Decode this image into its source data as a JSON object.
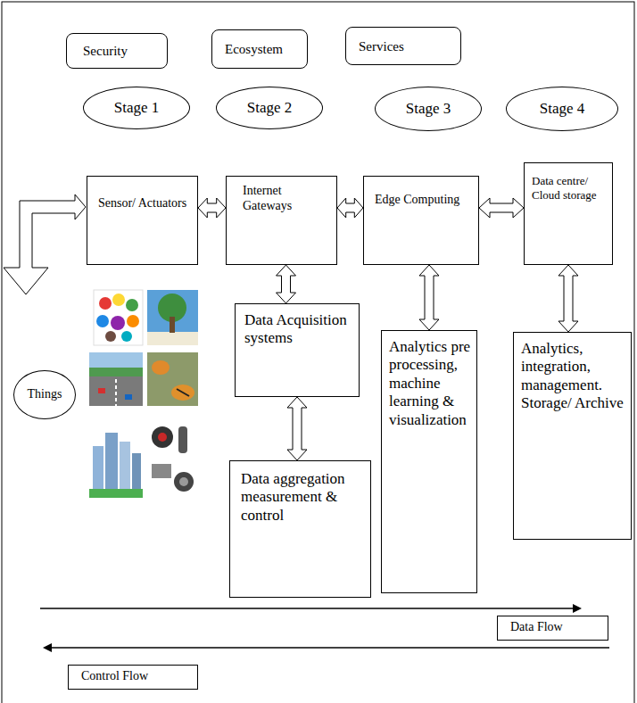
{
  "diagram": {
    "nodes": [
      {
        "text": [
          "Security"
        ]
      },
      {
        "text": [
          "Ecosystem"
        ]
      },
      {
        "text": [
          "Services"
        ]
      },
      {
        "text": [
          "Stage 1"
        ]
      },
      {
        "text": [
          "Stage 2"
        ]
      },
      {
        "text": [
          "Stage 3"
        ]
      },
      {
        "text": [
          "Stage 4"
        ]
      },
      {
        "text": [
          "Sensor/ Actuators"
        ]
      },
      {
        "text": [
          "Internet Gateways"
        ]
      },
      {
        "text": [
          "Edge Computing"
        ]
      },
      {
        "text": [
          "Data centre/ Cloud storage"
        ]
      },
      {
        "text": [
          "Data Acquisition systems"
        ]
      },
      {
        "text": [
          "Analytics pre processing, machine learning & visualization"
        ]
      },
      {
        "text": [
          "Analytics, integration, management. Storage/ Archive"
        ]
      },
      {
        "text": [
          "Things"
        ]
      },
      {
        "text": [
          "Data aggregation measurement & control"
        ]
      },
      {
        "text": [
          "Data Flow"
        ]
      },
      {
        "text": [
          "Control Flow"
        ]
      }
    ],
    "edges": [
      {
        "from": 7,
        "to": 8,
        "arrow": "both"
      },
      {
        "from": 8,
        "to": 9,
        "arrow": "both"
      },
      {
        "from": 9,
        "to": 10,
        "arrow": "both"
      },
      {
        "from": 8,
        "to": 11,
        "arrow": "both"
      },
      {
        "from": 11,
        "to": 15,
        "arrow": "both"
      },
      {
        "from": 9,
        "to": 12,
        "arrow": "both"
      },
      {
        "from": 10,
        "to": 13,
        "arrow": "both"
      }
    ]
  }
}
